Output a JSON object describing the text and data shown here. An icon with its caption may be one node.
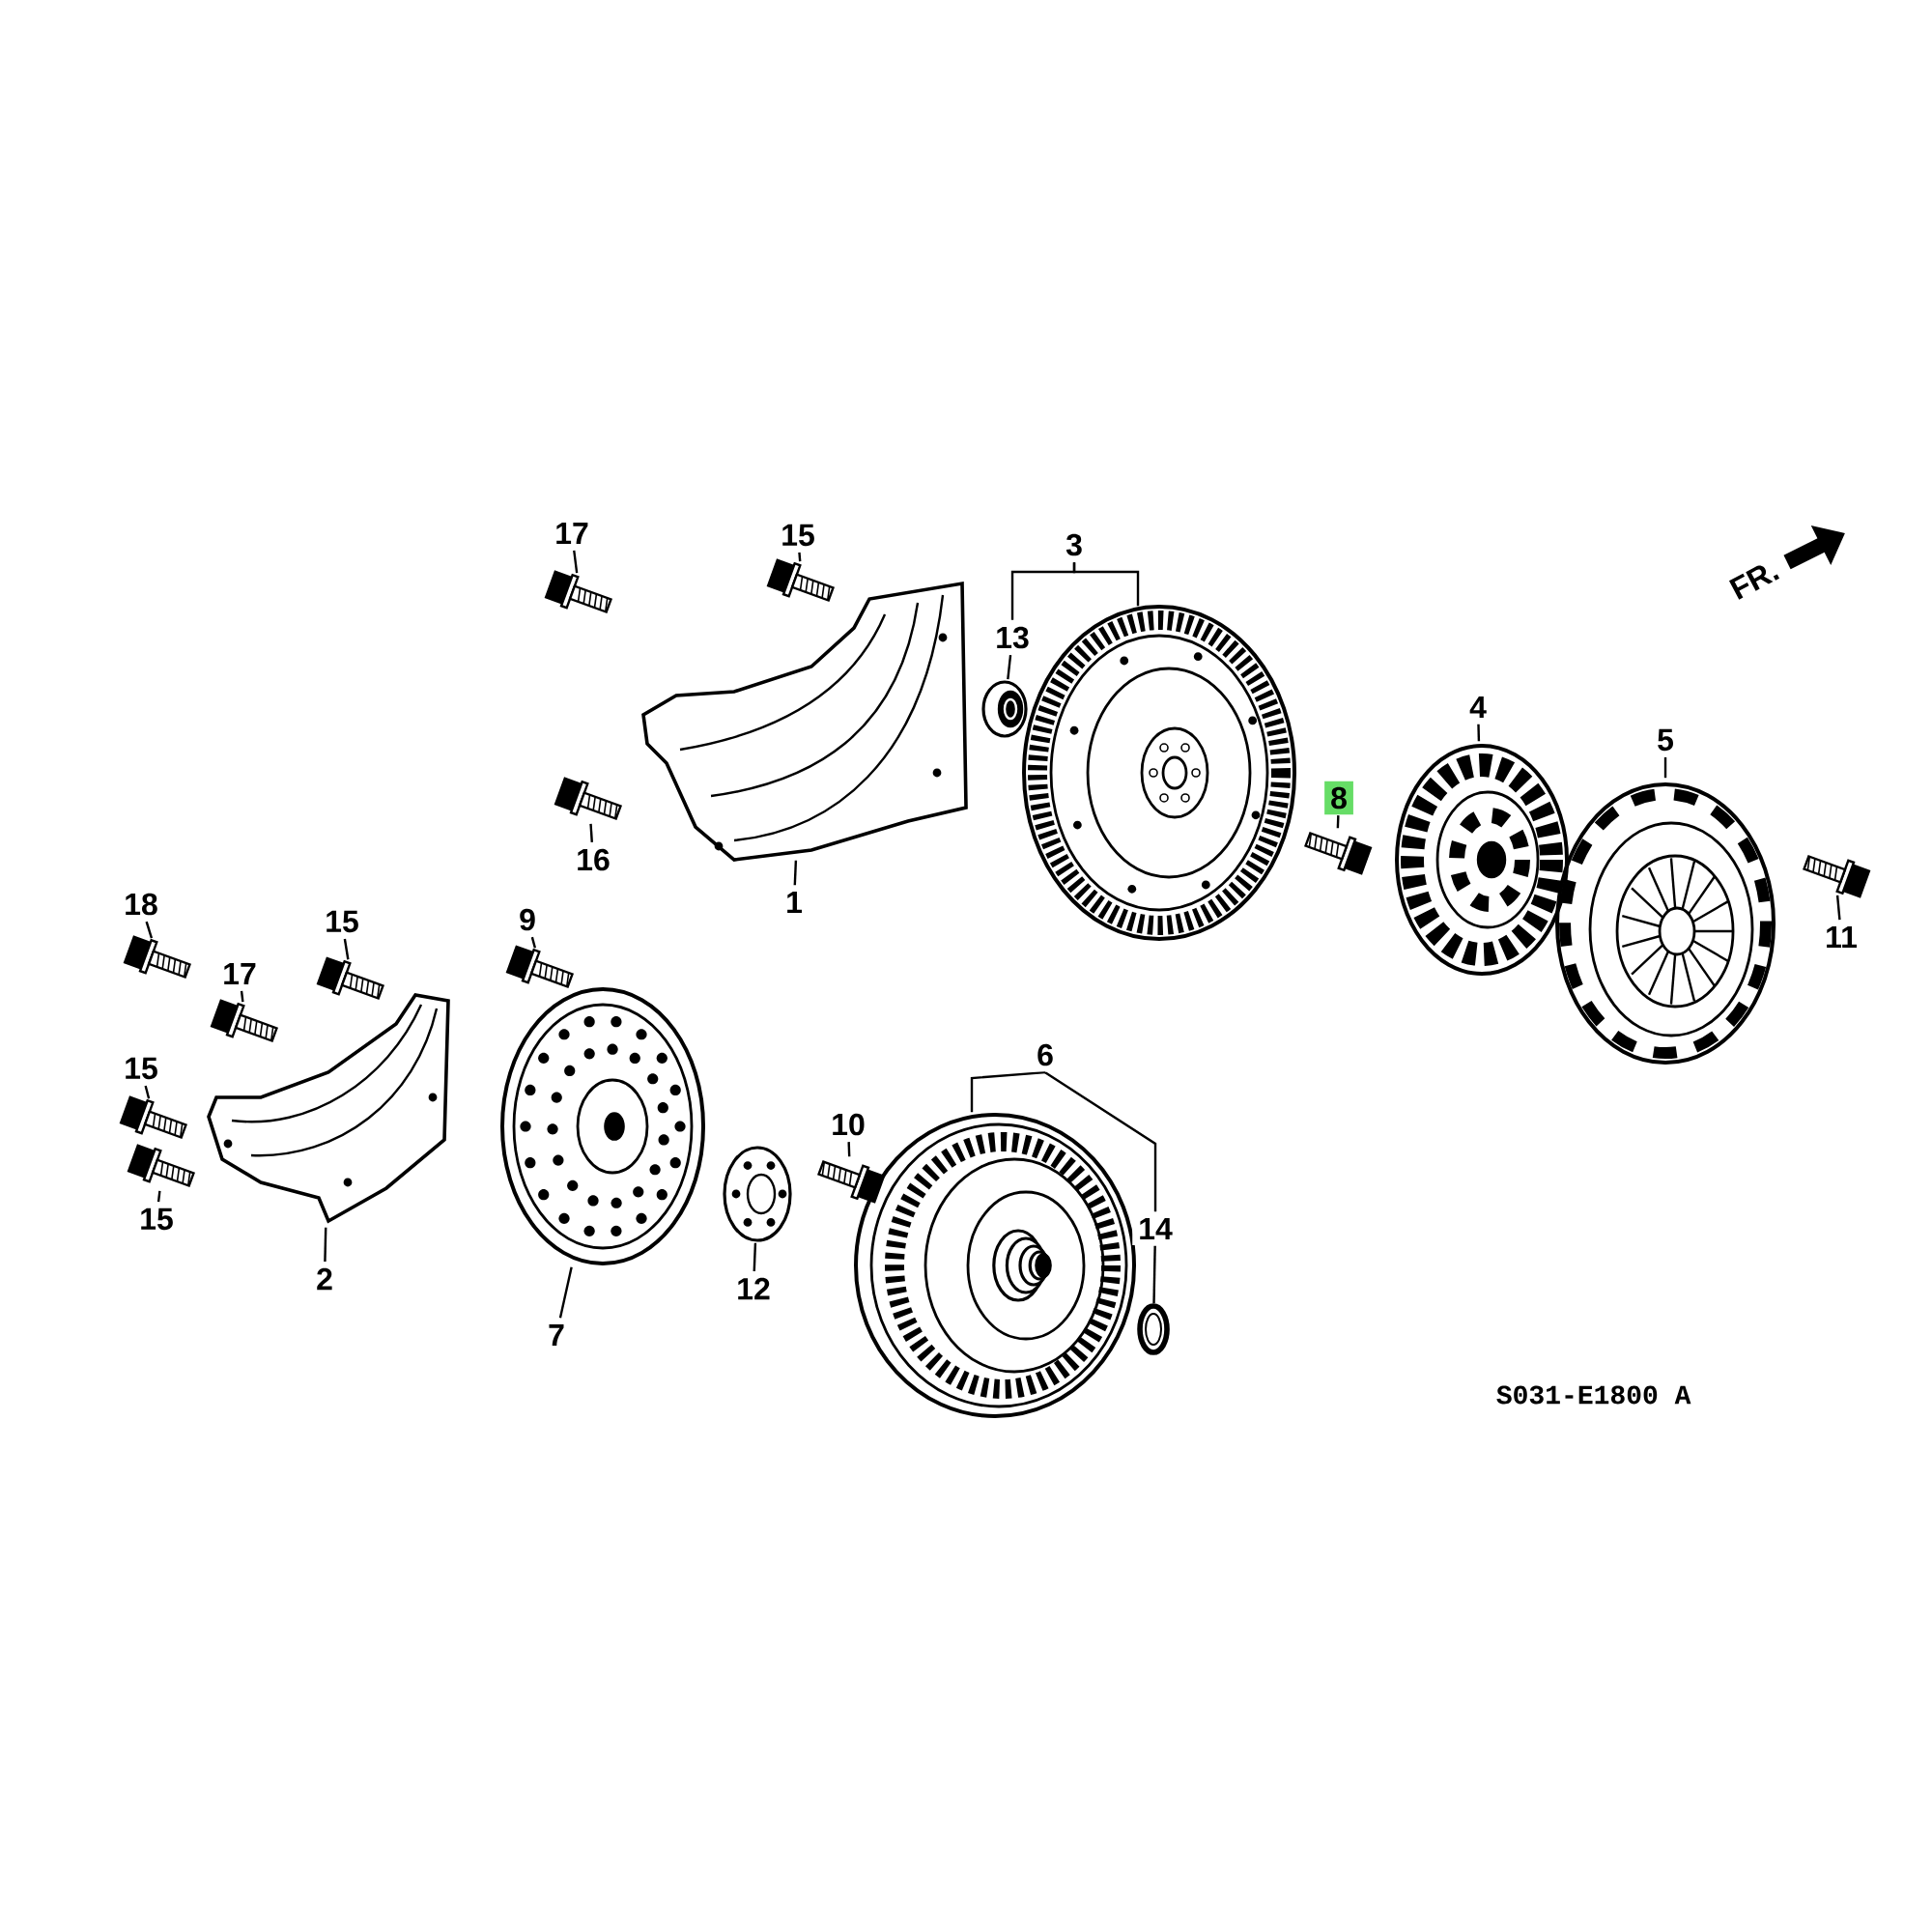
{
  "diagram": {
    "nodes": [
      {
        "text": [
          "17"
        ]
      },
      {
        "text": [
          "15"
        ]
      },
      {
        "text": [
          "3"
        ]
      },
      {
        "text": [
          "13"
        ]
      },
      {
        "text": [
          "16"
        ]
      },
      {
        "text": [
          "1"
        ]
      },
      {
        "text": [
          "8"
        ]
      },
      {
        "text": [
          "4"
        ]
      },
      {
        "text": [
          "5"
        ]
      },
      {
        "text": [
          "11"
        ]
      },
      {
        "text": [
          "18"
        ]
      },
      {
        "text": [
          "15"
        ]
      },
      {
        "text": [
          "17"
        ]
      },
      {
        "text": [
          "9"
        ]
      },
      {
        "text": [
          "15"
        ]
      },
      {
        "text": [
          "15"
        ]
      },
      {
        "text": [
          "2"
        ]
      },
      {
        "text": [
          "7"
        ]
      },
      {
        "text": [
          "10"
        ]
      },
      {
        "text": [
          "12"
        ]
      },
      {
        "text": [
          "6"
        ]
      },
      {
        "text": [
          "14"
        ]
      },
      {
        "text": [],
        "shape": "picture"
      },
      {
        "text": [],
        "shape": "picture"
      },
      {
        "text": [],
        "shape": "picture"
      },
      {
        "text": [],
        "shape": "picture"
      },
      {
        "text": [],
        "shape": "picture"
      },
      {
        "text": [],
        "shape": "picture"
      },
      {
        "text": [],
        "shape": "picture"
      },
      {
        "text": [],
        "shape": "picture"
      },
      {
        "text": [],
        "shape": "picture"
      },
      {
        "text": [],
        "shape": "picture"
      },
      {
        "text": [],
        "shape": "picture"
      },
      {
        "text": [],
        "shape": "picture"
      },
      {
        "text": [],
        "shape": "picture"
      },
      {
        "text": [],
        "shape": "picture"
      },
      {
        "text": [],
        "shape": "picture"
      },
      {
        "text": [],
        "shape": "picture"
      },
      {
        "text": [],
        "shape": "picture"
      },
      {
        "text": [],
        "shape": "picture"
      },
      {
        "text": [],
        "shape": "picture"
      },
      {
        "text": [],
        "shape": "picture"
      },
      {
        "text": [],
        "shape": "picture"
      },
      {
        "text": [],
        "shape": "picture"
      }
    ],
    "edges": [
      {
        "from": 0,
        "to": 22,
        "arrow": "none"
      },
      {
        "from": 1,
        "to": 23,
        "arrow": "none"
      },
      {
        "from": 2,
        "to": 3,
        "arrow": "none"
      },
      {
        "from": 2,
        "to": 26,
        "arrow": "none"
      },
      {
        "from": 3,
        "to": 25,
        "arrow": "none"
      },
      {
        "from": 4,
        "to": 27,
        "arrow": "none"
      },
      {
        "from": 5,
        "to": 24,
        "arrow": "none"
      },
      {
        "from": 6,
        "to": 28,
        "arrow": "none"
      },
      {
        "from": 7,
        "to": 29,
        "arrow": "none"
      },
      {
        "from": 8,
        "to": 30,
        "arrow": "none"
      },
      {
        "from": 9,
        "to": 31,
        "arrow": "none"
      },
      {
        "from": 10,
        "to": 32,
        "arrow": "none"
      },
      {
        "from": 11,
        "to": 33,
        "arrow": "none"
      },
      {
        "from": 12,
        "to": 34,
        "arrow": "none"
      },
      {
        "from": 13,
        "to": 35,
        "arrow": "none"
      },
      {
        "from": 14,
        "to": 36,
        "arrow": "none"
      },
      {
        "from": 15,
        "to": 38,
        "arrow": "none"
      },
      {
        "from": 16,
        "to": 37,
        "arrow": "none"
      },
      {
        "from": 17,
        "to": 39,
        "arrow": "none"
      },
      {
        "from": 18,
        "to": 40,
        "arrow": "none"
      },
      {
        "from": 19,
        "to": 41,
        "arrow": "none"
      },
      {
        "from": 20,
        "to": 42,
        "arrow": "none"
      },
      {
        "from": 20,
        "to": 21,
        "arrow": "none"
      },
      {
        "from": 21,
        "to": 43,
        "arrow": "none"
      }
    ],
    "labels": [
      "FR.",
      "S031-E1800 A"
    ]
  }
}
